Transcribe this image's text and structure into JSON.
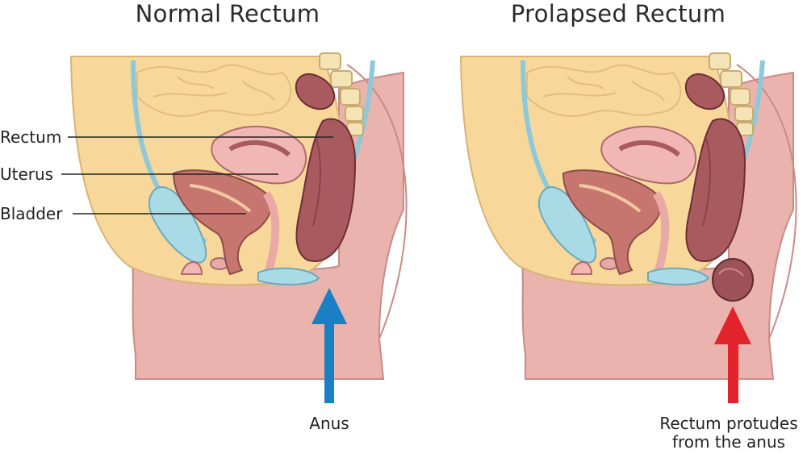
{
  "panels": [
    {
      "title": "Normal Rectum"
    },
    {
      "title": "Prolapsed Rectum"
    }
  ],
  "labels": {
    "rectum": "Rectum",
    "uterus": "Uterus",
    "bladder": "Bladder"
  },
  "captions": {
    "normal": "Anus",
    "prolapse_line1": "Rectum protudes",
    "prolapse_line2": "from the anus"
  },
  "colors": {
    "skin": "#f7d89a",
    "tissue": "#e9a9a6",
    "rectum": "#a95a5f",
    "uterus_outer": "#f0b7b4",
    "bladder": "#a9dbe6",
    "normal_arrow": "#1b7fc4",
    "prolapse_arrow": "#e3232b"
  }
}
